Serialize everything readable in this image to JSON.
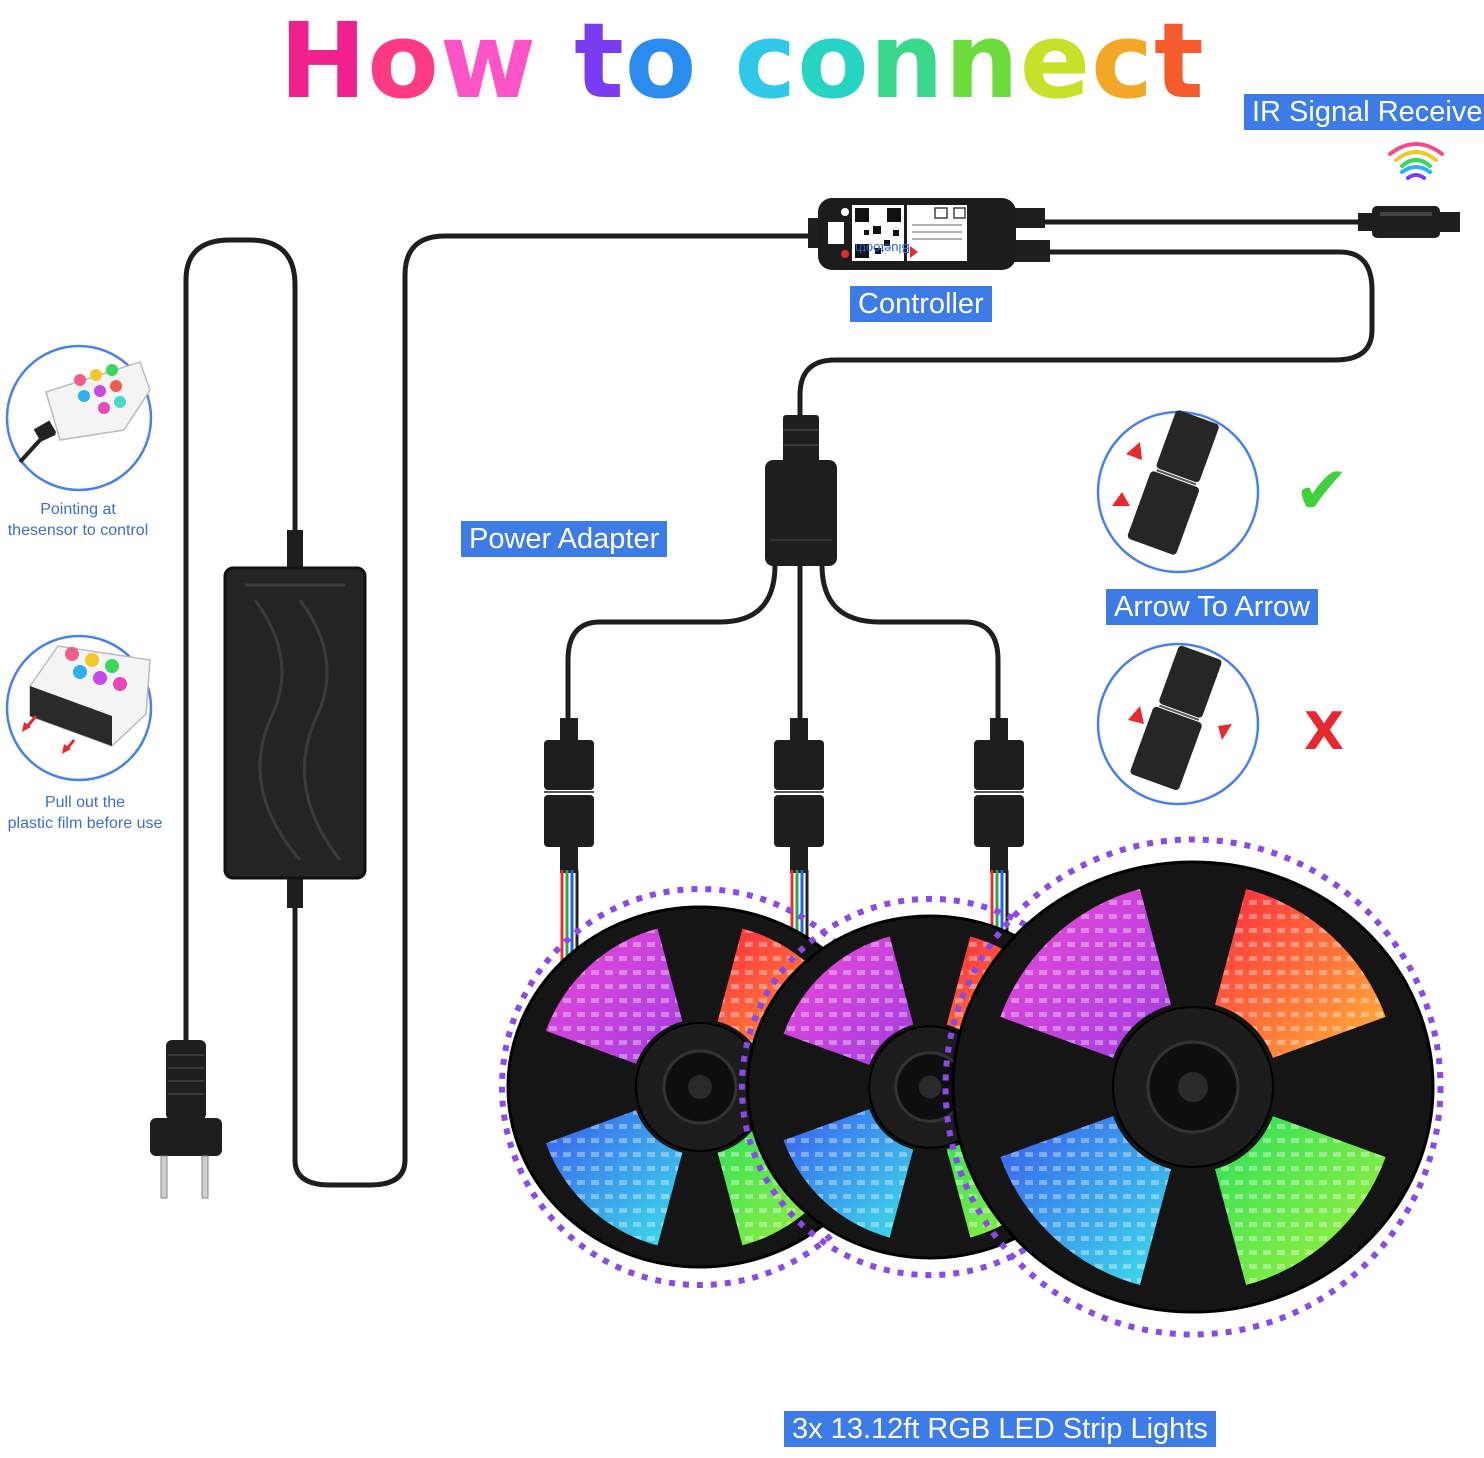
{
  "title": {
    "text": "How to connect",
    "letters": [
      "H",
      "o",
      "w",
      " ",
      "t",
      "o",
      " ",
      "c",
      "o",
      "n",
      "n",
      "e",
      "c",
      "t"
    ],
    "letter_colors": [
      "#f0208c",
      "#ff3a84",
      "#ff54c8",
      "",
      "#7a3cf0",
      "#2b8cf0",
      "",
      "#2fc8e8",
      "#27d4c4",
      "#3ad88a",
      "#6cdc3c",
      "#c8e02a",
      "#f2a826",
      "#f55b2c"
    ]
  },
  "labels": {
    "ir_receiver": "IR Signal Receiver",
    "controller": "Controller",
    "power_adapter": "Power Adapter",
    "arrow_to_arrow": "Arrow To Arrow",
    "strip_lights": "3x 13.12ft RGB LED Strip Lights"
  },
  "tips": {
    "pointing": [
      "Pointing at",
      "thesensor to control"
    ],
    "pull_film": [
      "Pull out the",
      "plastic film before use"
    ]
  },
  "controller_text": "Bluetooth",
  "status_marks": {
    "correct": "✔",
    "wrong": "X"
  },
  "colors": {
    "tag_blue": "#3d7be6",
    "caption_blue": "#3c6fc8",
    "cable": "#1e1e1e",
    "check_green": "#3fd23a",
    "cross_red": "#e8282c",
    "arrow_red": "#e8282c"
  }
}
